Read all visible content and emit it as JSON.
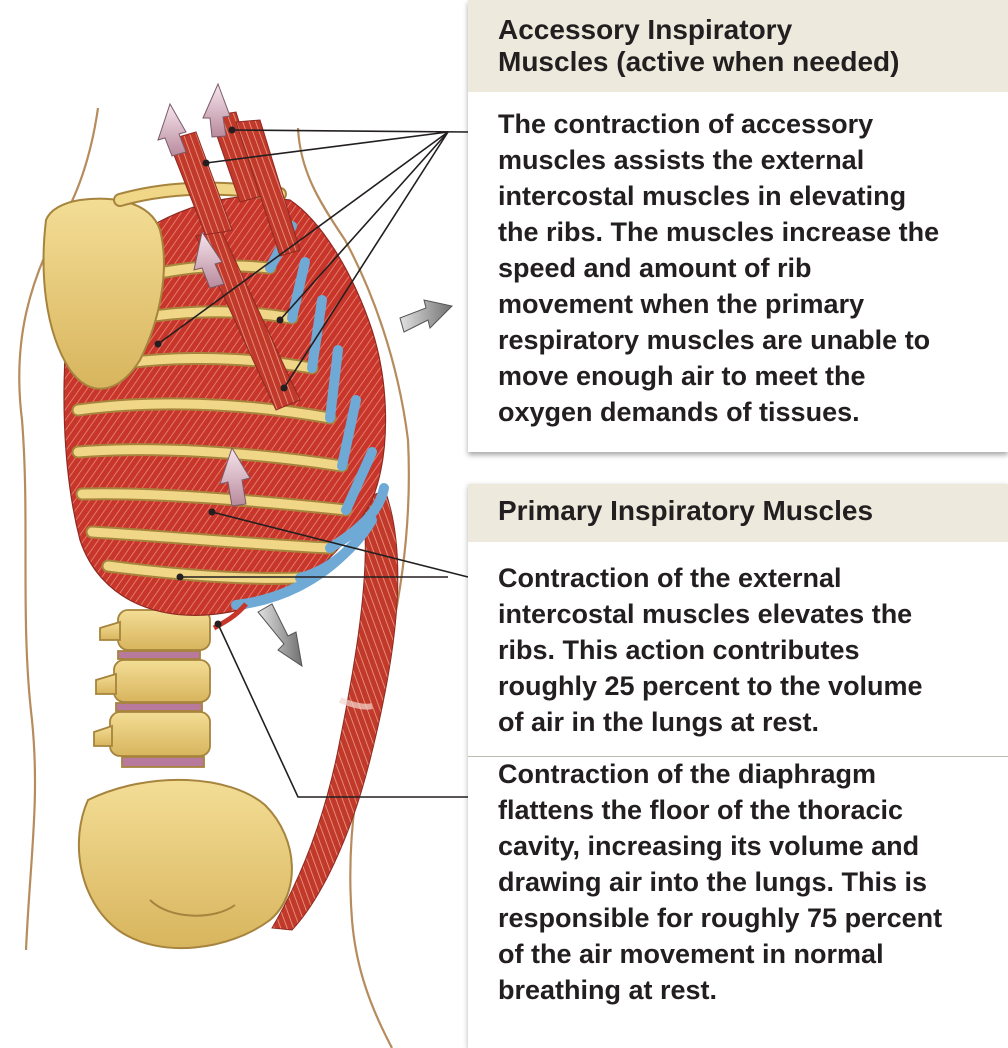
{
  "accessory": {
    "title_line1": "Accessory Inspiratory",
    "title_line2": "Muscles (active when needed)",
    "body_lines": [
      "The contraction of accessory",
      "muscles assists the external",
      "intercostal muscles in elevating",
      "the ribs. The muscles increase the",
      "speed and amount of rib",
      "movement when the primary",
      "respiratory muscles are unable to",
      "move enough air to meet the",
      "oxygen demands of tissues."
    ]
  },
  "primary": {
    "title": "Primary Inspiratory Muscles",
    "intercostal_lines": [
      "Contraction of the external",
      "intercostal muscles elevates the",
      "ribs. This action contributes",
      "roughly 25 percent to the volume",
      "of air in the lungs at rest."
    ],
    "diaphragm_lines": [
      "Contraction of the diaphragm",
      "flattens the floor of the thoracic",
      "cavity, increasing its volume and",
      "drawing air into the lungs. This is",
      "responsible for roughly 75 percent",
      "of the air movement in normal",
      "breathing at rest."
    ]
  },
  "colors": {
    "muscle": "#c8352a",
    "bone": "#e8c877",
    "cartilage": "#6fa9d6",
    "header_bg": "#ede9dc"
  }
}
